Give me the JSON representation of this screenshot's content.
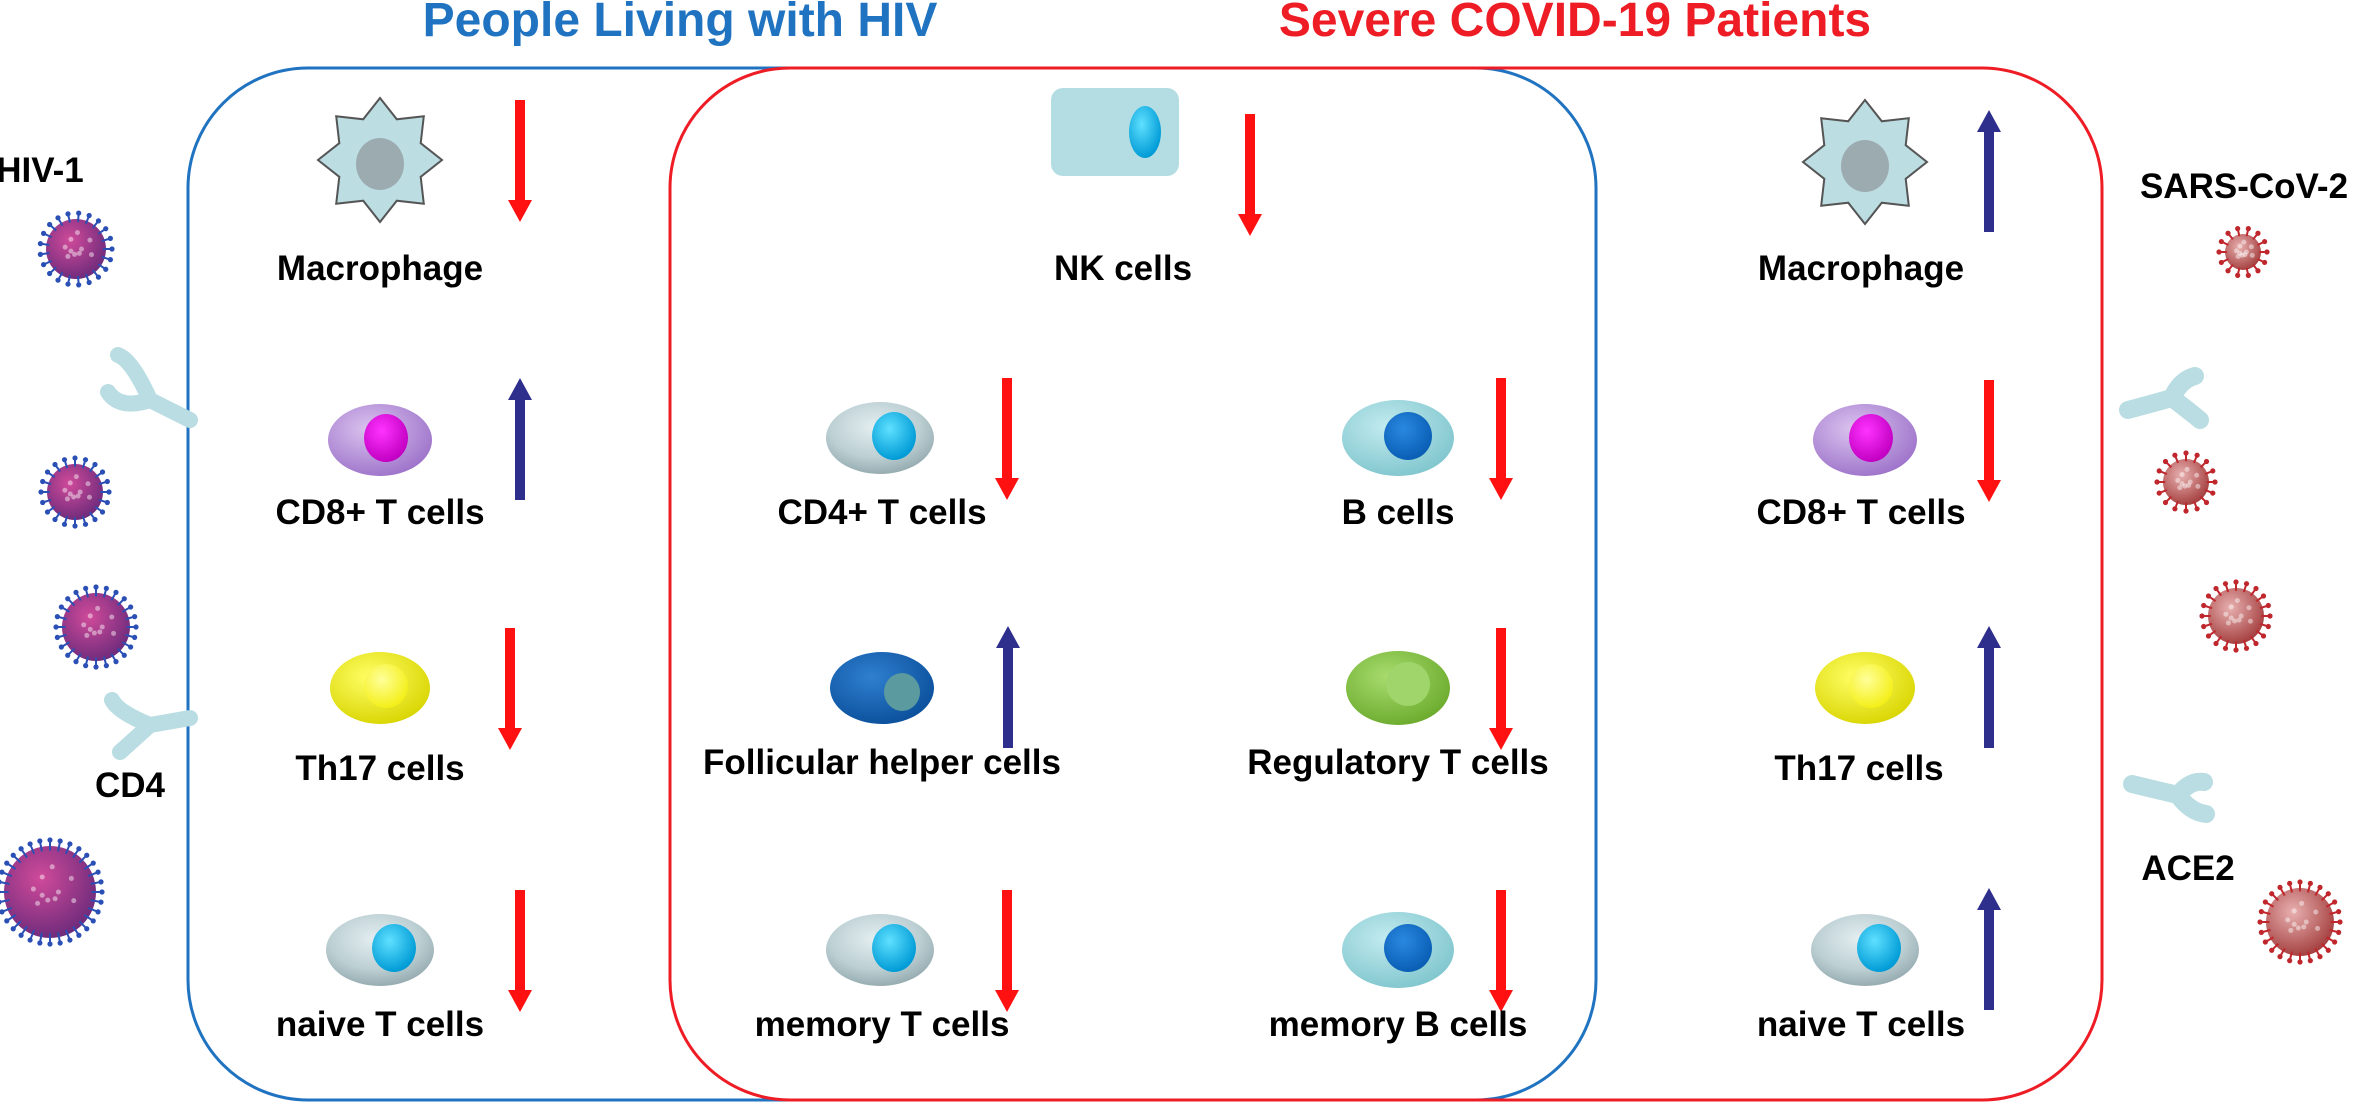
{
  "colors": {
    "hiv_group": "#1f73c0",
    "covid_group": "#ee1c25",
    "arrow_down": "#ff1111",
    "arrow_up": "#2e2e8c",
    "receptor": "#b9dde2"
  },
  "groups": {
    "hiv": {
      "title": "People Living with HIV"
    },
    "covid": {
      "title": "Severe COVID-19 Patients"
    }
  },
  "viruses": {
    "hiv_label": "HIV-1",
    "hiv_receptor_label": "CD4",
    "sars_label": "SARS-CoV-2",
    "sars_receptor_label": "ACE2"
  },
  "cells": [
    {
      "id": "hiv-macrophage",
      "label": "Macrophage",
      "cell_type": "macrophage",
      "trend": "down"
    },
    {
      "id": "hiv-cd8",
      "label": "CD8+ T cells",
      "cell_type": "cd8",
      "trend": "up"
    },
    {
      "id": "hiv-th17",
      "label": "Th17 cells",
      "cell_type": "th17",
      "trend": "down"
    },
    {
      "id": "hiv-naive",
      "label": "naive T cells",
      "cell_type": "tcell",
      "trend": "down"
    },
    {
      "id": "shared-nk",
      "label": "NK cells",
      "cell_type": "nk",
      "trend": "down"
    },
    {
      "id": "shared-cd4",
      "label": "CD4+ T cells",
      "cell_type": "tcell",
      "trend": "down"
    },
    {
      "id": "shared-b",
      "label": "B cells",
      "cell_type": "bcell",
      "trend": "down"
    },
    {
      "id": "shared-tfh",
      "label": "Follicular helper cells",
      "cell_type": "tfh",
      "trend": "up"
    },
    {
      "id": "shared-treg",
      "label": "Regulatory  T cells",
      "cell_type": "treg",
      "trend": "down"
    },
    {
      "id": "shared-memt",
      "label": "memory T cells",
      "cell_type": "tcell",
      "trend": "down"
    },
    {
      "id": "shared-memb",
      "label": "memory B cells",
      "cell_type": "bcell",
      "trend": "down"
    },
    {
      "id": "covid-macrophage",
      "label": "Macrophage",
      "cell_type": "macrophage",
      "trend": "up"
    },
    {
      "id": "covid-cd8",
      "label": "CD8+ T cells",
      "cell_type": "cd8",
      "trend": "down"
    },
    {
      "id": "covid-th17",
      "label": "Th17 cells",
      "cell_type": "th17",
      "trend": "up"
    },
    {
      "id": "covid-naive",
      "label": "naive T cells",
      "cell_type": "tcell",
      "trend": "up"
    }
  ]
}
